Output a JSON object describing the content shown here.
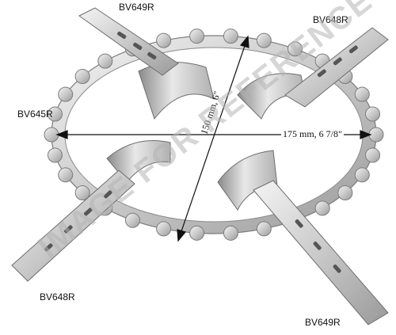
{
  "labels": {
    "top_left": "BV649R",
    "top_right": "BV648R",
    "left": "BV645R",
    "bottom_left": "BV648R",
    "bottom_right": "BV649R"
  },
  "dimensions": {
    "vertical": "150 mm, 6\"",
    "horizontal": "175 mm, 6 7/8\""
  },
  "watermark": "IMAGE FOR REFERENCE ONLY"
}
